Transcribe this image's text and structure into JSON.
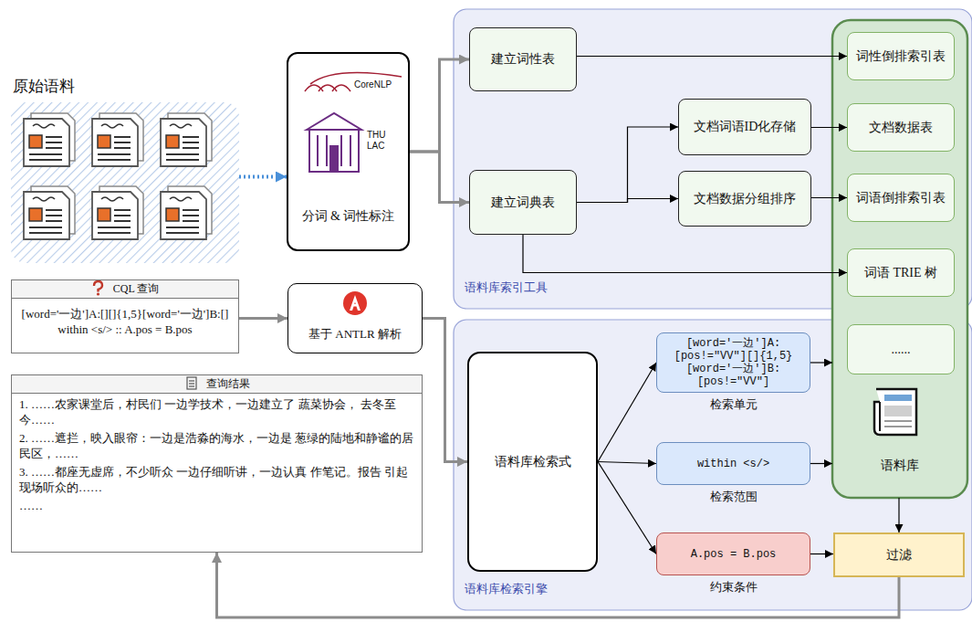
{
  "diagram": {
    "nodes": [
      {
        "text": [
          "原始语料"
        ]
      },
      {
        "text": [
          "CoreNLP",
          "THU LAC",
          "分词 & 词性标注"
        ]
      },
      {
        "text": [
          "语料库索引工具"
        ]
      },
      {
        "text": [
          "建立词性表"
        ],
        "in": 2
      },
      {
        "text": [
          "建立词典表"
        ],
        "in": 2
      },
      {
        "text": [
          "文档词语ID化存储"
        ],
        "in": 2
      },
      {
        "text": [
          "文档数据分组排序"
        ],
        "in": 2
      },
      {
        "text": [
          "语料库"
        ]
      },
      {
        "text": [
          "词性倒排索引表"
        ],
        "in": 7
      },
      {
        "text": [
          "文档数据表"
        ],
        "in": 7
      },
      {
        "text": [
          "词语倒排索引表"
        ],
        "in": 7
      },
      {
        "text": [
          "词语 TRIE 树"
        ],
        "in": 7
      },
      {
        "text": [
          "......"
        ],
        "in": 7
      },
      {
        "text": [
          "CQL 查询",
          "[word='一边']A:[][]{1,5}[word='一边']B:[] within <s/> :: A.pos = B.pos"
        ]
      },
      {
        "text": [
          "基于 ANTLR 解析"
        ]
      },
      {
        "text": [
          "查询结果",
          "1. ……农家课堂后，村民们 一边学技术，一边建立了 蔬菜协会， 去冬至今……",
          "2. ……遮拦，映入眼帘：一边是浩淼的海水，一边是 葱绿的陆地和静谧的居民区，……",
          "3. ……都座无虚席，不少听众 一边仔细听讲，一边认真 作笔记。报告 引起现场听众的……",
          "……"
        ]
      },
      {
        "text": [
          "语料库检索引擎"
        ]
      },
      {
        "text": [
          "语料库检索式"
        ],
        "in": 16
      },
      {
        "text": [
          "[word='一边']A: [pos!=\"VV\"][]{1,5} [word='一边']B: [pos!=\"VV\"]",
          "检索单元"
        ],
        "in": 16
      },
      {
        "text": [
          "within <s/>",
          "检索范围"
        ],
        "in": 16
      },
      {
        "text": [
          "A.pos = B.pos",
          "约束条件"
        ],
        "in": 16
      },
      {
        "text": [
          "过滤"
        ],
        "in": 16
      }
    ],
    "edges": [
      {
        "from": 0,
        "to": 1,
        "arrow": "to"
      },
      {
        "from": 1,
        "to": 3,
        "arrow": "to"
      },
      {
        "from": 1,
        "to": 4,
        "arrow": "to"
      },
      {
        "from": 3,
        "to": 8,
        "arrow": "to"
      },
      {
        "from": 4,
        "to": 5,
        "arrow": "to"
      },
      {
        "from": 4,
        "to": 6,
        "arrow": "to"
      },
      {
        "from": 5,
        "to": 9,
        "arrow": "to"
      },
      {
        "from": 6,
        "to": 10,
        "arrow": "to"
      },
      {
        "from": 4,
        "to": 11,
        "arrow": "to"
      },
      {
        "from": 13,
        "to": 14,
        "arrow": "to"
      },
      {
        "from": 14,
        "to": 17,
        "arrow": "to"
      },
      {
        "from": 17,
        "to": 18,
        "arrow": "to"
      },
      {
        "from": 17,
        "to": 19,
        "arrow": "to"
      },
      {
        "from": 17,
        "to": 20,
        "arrow": "to"
      },
      {
        "from": 18,
        "to": 7,
        "arrow": "to"
      },
      {
        "from": 19,
        "to": 7,
        "arrow": "to"
      },
      {
        "from": 20,
        "to": 21,
        "arrow": "to"
      },
      {
        "from": 7,
        "to": 21,
        "arrow": "to"
      },
      {
        "from": 21,
        "to": 15,
        "arrow": "to"
      }
    ]
  }
}
